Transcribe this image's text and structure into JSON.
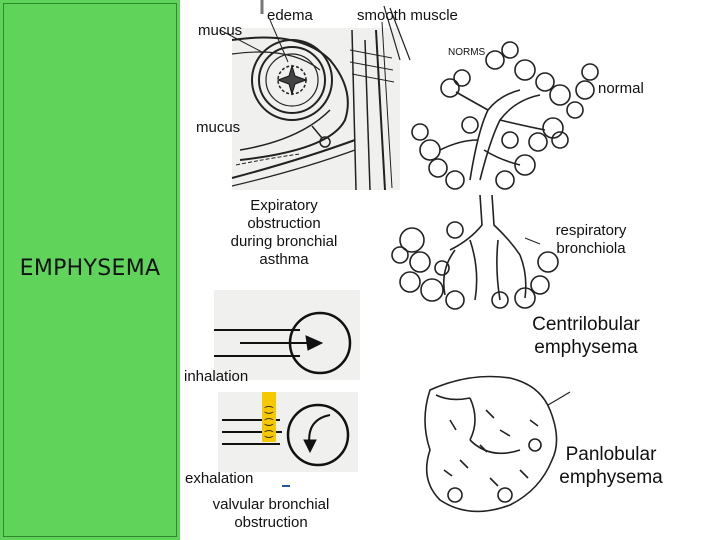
{
  "sidebar": {
    "title": "EMPHYSEMA",
    "color": "#5fd35a"
  },
  "top_panel": {
    "labels": {
      "mucus_top": "mucus",
      "edema": "edema",
      "smooth_muscle": "smooth  muscle",
      "mucus_left": "mucus",
      "normal": "normal"
    },
    "sketch_text": "NORMS"
  },
  "middle_panel": {
    "caption_lines": [
      "Expiratory",
      "obstruction",
      "during  bronchial",
      "asthma"
    ],
    "respiratory_lines": [
      "respiratory",
      "bronchiola"
    ],
    "centrilobular_lines": [
      "Centrilobular",
      "emphysema"
    ]
  },
  "bottom_panel": {
    "inhalation": "inhalation",
    "exhalation": "exhalation",
    "valvular_lines": [
      "valvular  bronchial",
      "obstruction"
    ],
    "panlobular_lines": [
      "Panlobular",
      "emphysema"
    ]
  }
}
